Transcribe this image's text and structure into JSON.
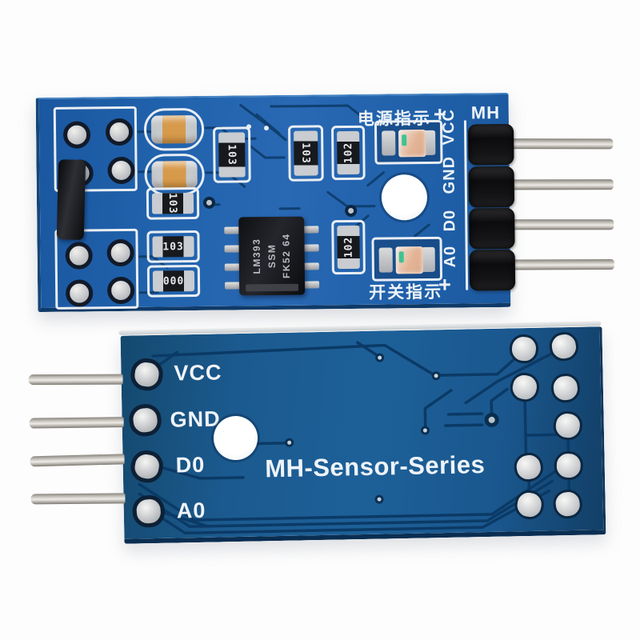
{
  "photo": {
    "front_board": {
      "silkscreen": {
        "power_indicator": "电源指示",
        "power_plus": "+",
        "switch_indicator": "开关指示",
        "switch_plus": "+",
        "model": "MH"
      },
      "pin_labels": [
        "VCC",
        "GND",
        "D0",
        "A0"
      ],
      "ic_markings": [
        "LM393",
        "SSM",
        "FK52 64"
      ],
      "resistors": {
        "r1": "103",
        "r2": "103",
        "r3": "000",
        "r4": "103",
        "r5": "103",
        "r6": "102",
        "r7": "102"
      },
      "colors": {
        "pcb": "#2062aa",
        "trace": "#0f4071",
        "silkscreen": "#edf2f7",
        "capacitor_body": "#d79a4b",
        "led_body": "#e6c9b8"
      }
    },
    "back_board": {
      "series_label": "MH-Sensor-Series",
      "pin_labels": [
        "VCC",
        "GND",
        "D0",
        "A0"
      ],
      "colors": {
        "pcb": "#1b5a90",
        "trace": "#0b3a66"
      }
    }
  }
}
